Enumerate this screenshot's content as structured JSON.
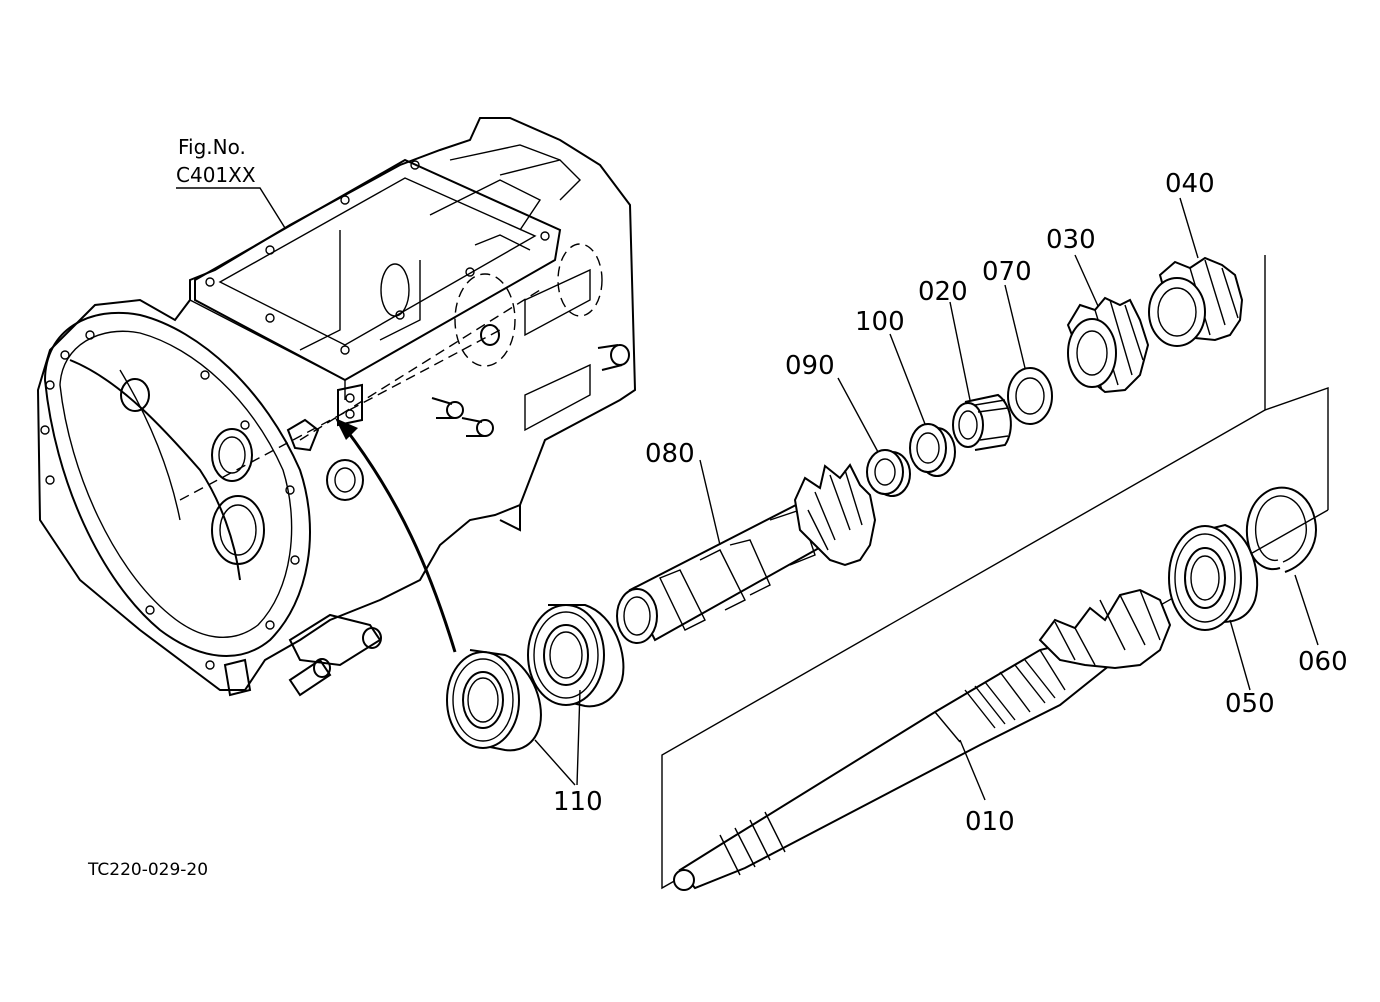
{
  "figure_ref": {
    "line1": "Fig.No.",
    "line2": "C401XX"
  },
  "drawing_id": "TC220-029-20",
  "parts": {
    "p010": "010",
    "p020": "020",
    "p030": "030",
    "p040": "040",
    "p050": "050",
    "p060": "060",
    "p070": "070",
    "p080": "080",
    "p090": "090",
    "p100": "100",
    "p110": "110"
  }
}
